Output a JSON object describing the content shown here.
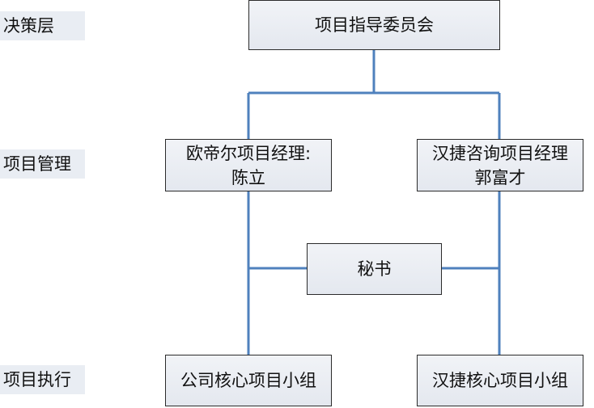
{
  "levels": {
    "decision": "决策层",
    "management": "项目管理",
    "execution": "项目执行"
  },
  "nodes": {
    "steering_committee": "项目指导委员会",
    "oudiel_pm": {
      "line1": "欧帝尔项目经理:",
      "line2": "陈立"
    },
    "hanjie_pm": {
      "line1": "汉捷咨询项目经理",
      "line2": "郭富才"
    },
    "secretary": "秘书",
    "company_core_team": "公司核心项目小组",
    "hanjie_core_team": "汉捷核心项目小组"
  },
  "colors": {
    "connector": "#4f81bd",
    "node_border": "#2b2b2b",
    "label_bg": "#e9edf3"
  }
}
